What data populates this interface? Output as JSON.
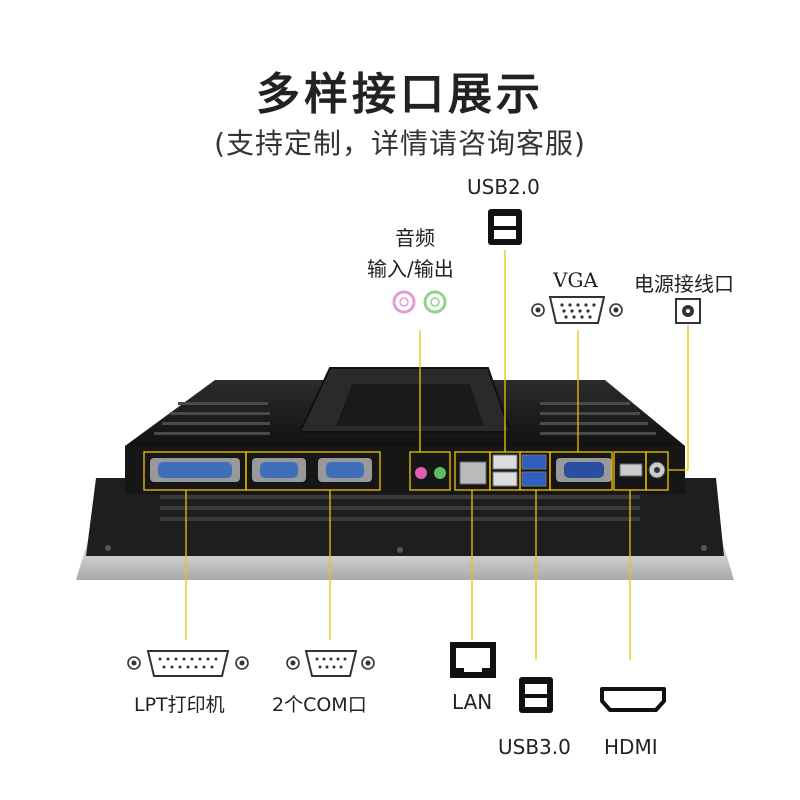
{
  "title": "多样接口展示",
  "subtitle": "(支持定制，详情请咨询客服)",
  "ports": {
    "usb20": "USB2.0",
    "audio_line1": "音频",
    "audio_line2": "输入/输出",
    "vga": "VGA",
    "power": "电源接线口",
    "lpt": "LPT打印机",
    "com": "2个COM口",
    "lan": "LAN",
    "usb30": "USB3.0",
    "hdmi": "HDMI"
  },
  "colors": {
    "accent_line": "#f2c200",
    "panel_body": "#1c1c1c",
    "bezel": "#cfcfcf",
    "vga_port": "#2a4fa0",
    "audio_pink": "#e79ad6",
    "audio_green": "#8fd48a"
  }
}
